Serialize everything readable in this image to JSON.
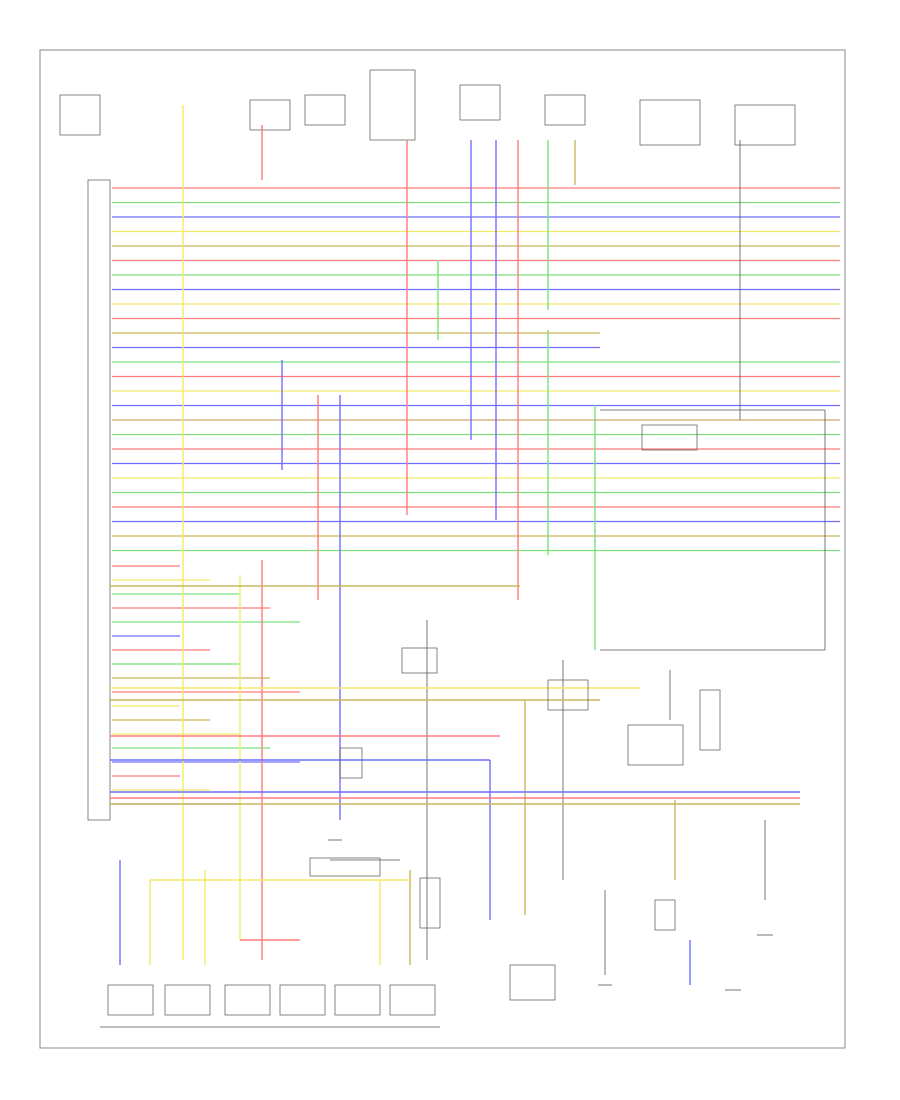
{
  "colors": {
    "red": "#ff7b7b",
    "green": "#7be07b",
    "blue": "#6f6fff",
    "yellow": "#f2e96a",
    "olive": "#c9b75a",
    "tan": "#cfa76b",
    "grey": "#555555"
  },
  "wire_colors": [
    "red",
    "green",
    "blue",
    "yellow",
    "olive",
    "red",
    "green",
    "blue",
    "yellow",
    "red",
    "olive",
    "blue",
    "green",
    "red",
    "yellow",
    "blue",
    "tan",
    "green",
    "red",
    "blue",
    "yellow",
    "green",
    "red",
    "blue",
    "olive",
    "green",
    "yellow",
    "red",
    "blue",
    "green",
    "yellow",
    "red",
    "blue",
    "olive",
    "red",
    "green",
    "yellow",
    "blue",
    "red",
    "green"
  ]
}
